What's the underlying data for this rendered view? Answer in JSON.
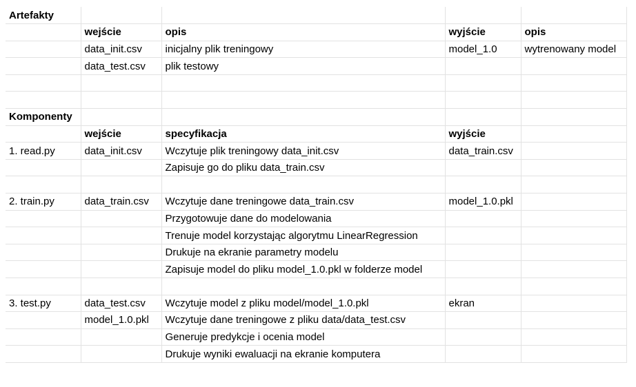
{
  "sheet": {
    "rows": [
      {
        "cells": [
          {
            "t": "Artefakty",
            "b": true
          },
          {
            "t": ""
          },
          {
            "t": ""
          },
          {
            "t": ""
          },
          {
            "t": ""
          }
        ]
      },
      {
        "cells": [
          {
            "t": ""
          },
          {
            "t": "wejście",
            "b": true
          },
          {
            "t": "opis",
            "b": true
          },
          {
            "t": "wyjście",
            "b": true
          },
          {
            "t": "opis",
            "b": true
          }
        ]
      },
      {
        "cells": [
          {
            "t": ""
          },
          {
            "t": "data_init.csv"
          },
          {
            "t": "inicjalny plik treningowy"
          },
          {
            "t": "model_1.0"
          },
          {
            "t": "wytrenowany model"
          }
        ]
      },
      {
        "cells": [
          {
            "t": ""
          },
          {
            "t": "data_test.csv"
          },
          {
            "t": "plik testowy"
          },
          {
            "t": ""
          },
          {
            "t": ""
          }
        ]
      },
      {
        "cells": [
          {
            "t": ""
          },
          {
            "t": ""
          },
          {
            "t": ""
          },
          {
            "t": ""
          },
          {
            "t": ""
          }
        ]
      },
      {
        "cells": [
          {
            "t": ""
          },
          {
            "t": ""
          },
          {
            "t": ""
          },
          {
            "t": ""
          },
          {
            "t": ""
          }
        ]
      },
      {
        "cells": [
          {
            "t": "Komponenty",
            "b": true
          },
          {
            "t": ""
          },
          {
            "t": ""
          },
          {
            "t": ""
          },
          {
            "t": ""
          }
        ]
      },
      {
        "cells": [
          {
            "t": ""
          },
          {
            "t": "wejście",
            "b": true
          },
          {
            "t": "specyfikacja",
            "b": true
          },
          {
            "t": "wyjście",
            "b": true
          },
          {
            "t": ""
          }
        ]
      },
      {
        "cells": [
          {
            "t": "1. read.py"
          },
          {
            "t": "data_init.csv"
          },
          {
            "t": "Wczytuje plik treningowy data_init.csv"
          },
          {
            "t": "data_train.csv"
          },
          {
            "t": ""
          }
        ]
      },
      {
        "cells": [
          {
            "t": ""
          },
          {
            "t": ""
          },
          {
            "t": "Zapisuje go do pliku data_train.csv"
          },
          {
            "t": ""
          },
          {
            "t": ""
          }
        ]
      },
      {
        "cells": [
          {
            "t": ""
          },
          {
            "t": ""
          },
          {
            "t": ""
          },
          {
            "t": ""
          },
          {
            "t": ""
          }
        ]
      },
      {
        "cells": [
          {
            "t": "2. train.py"
          },
          {
            "t": "data_train.csv"
          },
          {
            "t": "Wczytuje dane treningowe data_train.csv"
          },
          {
            "t": "model_1.0.pkl"
          },
          {
            "t": ""
          }
        ]
      },
      {
        "cells": [
          {
            "t": ""
          },
          {
            "t": ""
          },
          {
            "t": "Przygotowuje dane do modelowania"
          },
          {
            "t": ""
          },
          {
            "t": ""
          }
        ]
      },
      {
        "cells": [
          {
            "t": ""
          },
          {
            "t": ""
          },
          {
            "t": "Trenuje model korzystając algorytmu LinearRegression"
          },
          {
            "t": ""
          },
          {
            "t": ""
          }
        ]
      },
      {
        "cells": [
          {
            "t": ""
          },
          {
            "t": ""
          },
          {
            "t": "Drukuje na ekranie parametry modelu"
          },
          {
            "t": ""
          },
          {
            "t": ""
          }
        ]
      },
      {
        "cells": [
          {
            "t": ""
          },
          {
            "t": ""
          },
          {
            "t": "Zapisuje model do pliku model_1.0.pkl w folderze model"
          },
          {
            "t": ""
          },
          {
            "t": ""
          }
        ]
      },
      {
        "cells": [
          {
            "t": ""
          },
          {
            "t": ""
          },
          {
            "t": ""
          },
          {
            "t": ""
          },
          {
            "t": ""
          }
        ]
      },
      {
        "cells": [
          {
            "t": "3. test.py"
          },
          {
            "t": "data_test.csv"
          },
          {
            "t": "Wczytuje model z pliku model/model_1.0.pkl"
          },
          {
            "t": "ekran"
          },
          {
            "t": ""
          }
        ]
      },
      {
        "cells": [
          {
            "t": ""
          },
          {
            "t": "model_1.0.pkl"
          },
          {
            "t": "Wczytuje dane treningowe z pliku data/data_test.csv"
          },
          {
            "t": ""
          },
          {
            "t": ""
          }
        ]
      },
      {
        "cells": [
          {
            "t": ""
          },
          {
            "t": ""
          },
          {
            "t": "Generuje predykcje i ocenia model"
          },
          {
            "t": ""
          },
          {
            "t": ""
          }
        ]
      },
      {
        "cells": [
          {
            "t": ""
          },
          {
            "t": ""
          },
          {
            "t": "Drukuje wyniki ewaluacji na ekranie komputera"
          },
          {
            "t": ""
          },
          {
            "t": ""
          }
        ]
      }
    ]
  }
}
